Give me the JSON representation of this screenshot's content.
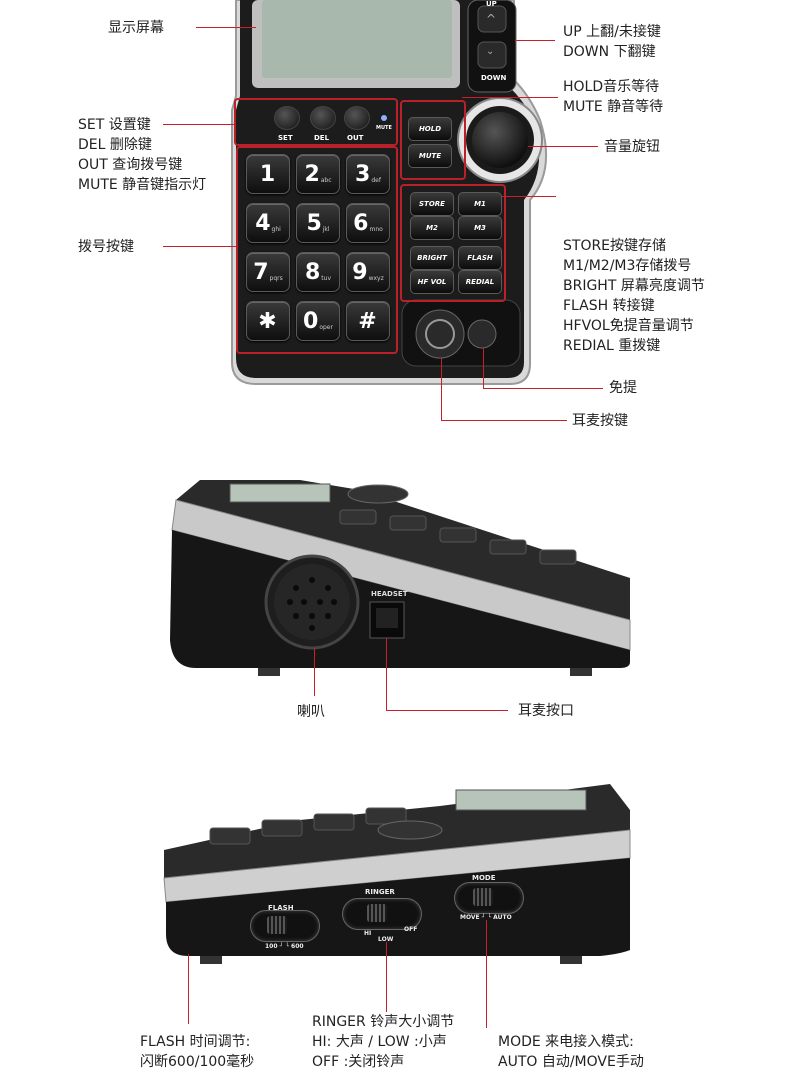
{
  "top_labels": {
    "display": "显示屏幕",
    "up_down": [
      "UP 上翻/未接键",
      "DOWN 下翻键"
    ],
    "hold_mute": [
      "HOLD音乐等待",
      "MUTE 静音等待"
    ],
    "volume_knob": "音量旋钮",
    "set_group": [
      "SET 设置键",
      "DEL 删除键",
      "OUT 查询拨号键",
      "MUTE 静音键指示灯"
    ],
    "dial_keys": "拨号按键",
    "store_group": [
      "STORE按键存储",
      "M1/M2/M3存储拨号",
      "BRIGHT 屏幕亮度调节",
      "FLASH 转接键",
      "HFVOL免提音量调节",
      "REDIAL 重拨键"
    ],
    "handsfree": "免提",
    "headset_button": "耳麦按键"
  },
  "phone_top": {
    "up_label": "UP",
    "down_label": "DOWN",
    "set": "SET",
    "del": "DEL",
    "out": "OUT",
    "mute_led": "MUTE",
    "hold": "HOLD",
    "mute": "MUTE",
    "keys": [
      {
        "main": "1",
        "sub": ""
      },
      {
        "main": "2",
        "sub": "abc"
      },
      {
        "main": "3",
        "sub": "def"
      },
      {
        "main": "4",
        "sub": "ghi"
      },
      {
        "main": "5",
        "sub": "jkl"
      },
      {
        "main": "6",
        "sub": "mno"
      },
      {
        "main": "7",
        "sub": "pqrs"
      },
      {
        "main": "8",
        "sub": "tuv"
      },
      {
        "main": "9",
        "sub": "wxyz"
      },
      {
        "main": "✱",
        "sub": ""
      },
      {
        "main": "0",
        "sub": "oper"
      },
      {
        "main": "#",
        "sub": ""
      }
    ],
    "fkeys": [
      "STORE",
      "M1",
      "M2",
      "M3",
      "BRIGHT",
      "FLASH",
      "HF VOL",
      "REDIAL"
    ]
  },
  "side1_labels": {
    "speaker": "喇叭",
    "headset_port": "耳麦按口",
    "headset_print": "HEADSET"
  },
  "side2_labels": {
    "flash": [
      "FLASH 时间调节:",
      "闪断600/100毫秒"
    ],
    "ringer": [
      "RINGER 铃声大小调节",
      "HI: 大声  /  LOW :小声",
      "OFF :关闭铃声"
    ],
    "mode": [
      "MODE 来电接入模式:",
      "AUTO 自动/MOVE手动"
    ]
  },
  "side2_switches": {
    "flash_title": "FLASH",
    "flash_opts": "100 ┘ └ 600",
    "ringer_title": "RINGER",
    "ringer_hi": "HI",
    "ringer_low": "LOW",
    "ringer_off": "OFF",
    "mode_title": "MODE",
    "mode_opts": "MOVE ┘ └ AUTO"
  }
}
